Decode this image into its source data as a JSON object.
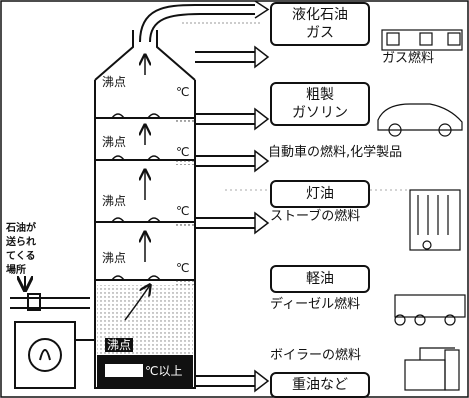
{
  "left_caption": [
    "石油が",
    "送られ",
    "てくる",
    "場所"
  ],
  "boiling_label": "沸点",
  "degree": "℃",
  "bottom_degree": "℃以上",
  "products": [
    {
      "name": "液化石油\nガス",
      "use": "ガス燃料"
    },
    {
      "name": "粗製\nガソリン",
      "use": "自動車の燃料,化学製品"
    },
    {
      "name": "灯油",
      "use": "ストーブの燃料"
    },
    {
      "name": "軽油",
      "use": "ディーゼル燃料"
    },
    {
      "name": "重油など",
      "use": "ボイラーの燃料"
    }
  ]
}
